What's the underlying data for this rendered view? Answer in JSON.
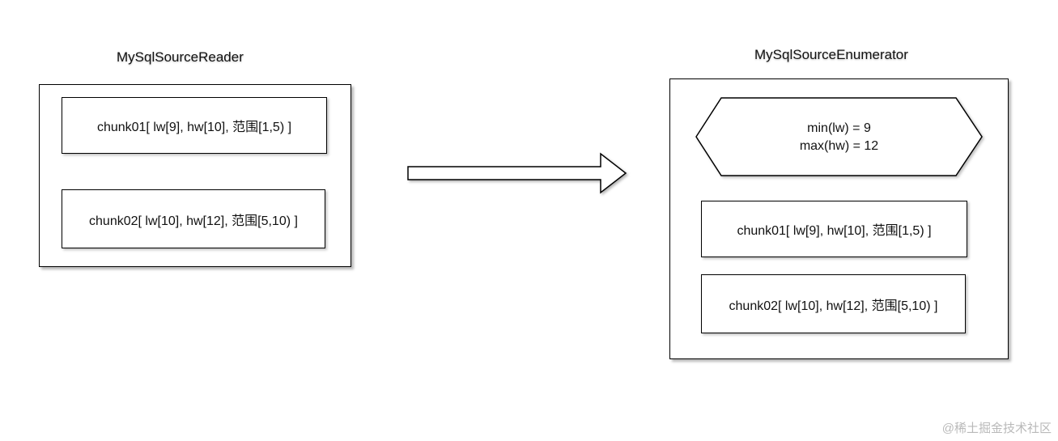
{
  "reader": {
    "title": "MySqlSourceReader",
    "chunks": [
      {
        "text": "chunk01[ lw[9], hw[10], 范围[1,5) ]"
      },
      {
        "text": "chunk02[ lw[10], hw[12], 范围[5,10) ]"
      }
    ]
  },
  "enumerator": {
    "title": "MySqlSourceEnumerator",
    "summary": {
      "line1": "min(lw) = 9",
      "line2": "max(hw) = 12"
    },
    "chunks": [
      {
        "text": "chunk01[ lw[9], hw[10], 范围[1,5) ]"
      },
      {
        "text": "chunk02[ lw[10], hw[12], 范围[5,10) ]"
      }
    ]
  },
  "watermark": "@稀土掘金技术社区"
}
